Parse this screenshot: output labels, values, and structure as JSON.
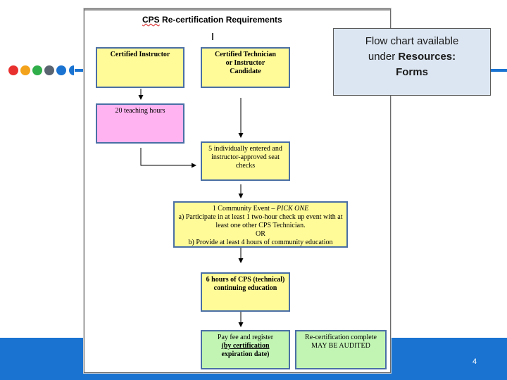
{
  "slide": {
    "page_number": "4",
    "colors": {
      "accent_blue": "#1a73d1",
      "callout_bg": "#dce6f2",
      "box_yellow": "#fffb99",
      "box_pink": "#ffb3f0",
      "box_green": "#c2f5b4"
    },
    "dots": [
      "#e8312f",
      "#f3a31b",
      "#2fae49",
      "#5a6471",
      "#1a73d1",
      "#1a73d1"
    ]
  },
  "callout": {
    "line1": "Flow chart available",
    "line2_prefix": "under ",
    "line2_bold": "Resources:",
    "line3": "Forms"
  },
  "document": {
    "title_prefix": "CPS",
    "title_rest": " Re-certification  Requirements",
    "boxes": {
      "certified_instructor": "Certified Instructor",
      "technician_line1": "Certified Technician",
      "technician_line2": "or Instructor",
      "technician_line3": "Candidate",
      "teaching_hours": "20 teaching hours",
      "seat_checks_line1": "5 individually entered and",
      "seat_checks_line2": "instructor-approved seat",
      "seat_checks_line3": "checks",
      "community_line1_prefix": "1 Community Event – ",
      "community_line1_italic": "PICK ONE",
      "community_line2": "a) Participate in at least 1 two-hour check up event with at",
      "community_line3": "least one other CPS Technician.",
      "community_line4": "OR",
      "community_line5": "b) Provide at least 4 hours of community education",
      "ceu_line1": "6 hours of CPS (technical)",
      "ceu_line2": "continuing education",
      "pay_line1": "Pay fee and register",
      "pay_line2": "(by certification",
      "pay_line3": "expiration date)",
      "complete_line1": "Re-certification complete",
      "complete_line2": "MAY BE AUDITED"
    }
  }
}
